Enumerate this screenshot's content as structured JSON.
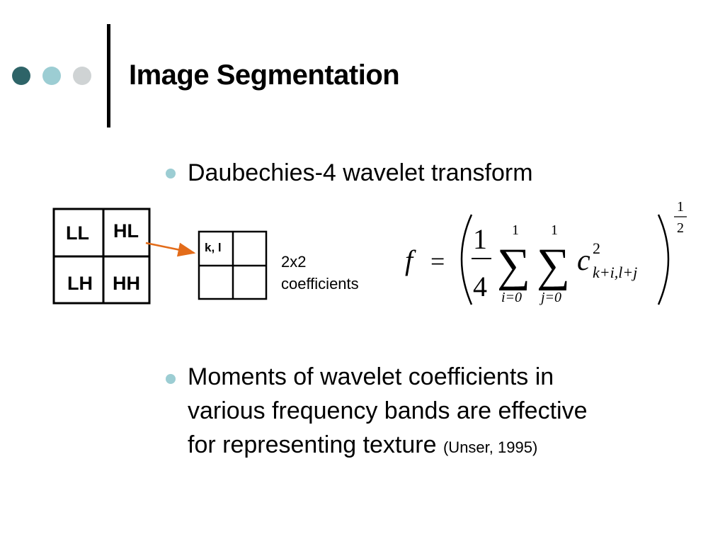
{
  "slide": {
    "title": "Image Segmentation",
    "colors": {
      "dot_dark": "#2e6468",
      "dot_mid": "#9ccdd3",
      "dot_light": "#cfd3d4",
      "bullet": "#9ccdd3",
      "arrow": "#e36c1a",
      "text": "#000000"
    }
  },
  "bullets": [
    {
      "text": "Daubechies-4 wavelet transform"
    },
    {
      "lines": [
        "Moments of wavelet coefficients in",
        "various frequency bands are effective",
        "for representing texture"
      ],
      "citation": "(Unser, 1995)"
    }
  ],
  "subbands": {
    "ll": "LL",
    "hl": "HL",
    "lh": "LH",
    "hh": "HH"
  },
  "coeff_block": {
    "cell_label": "k, l",
    "caption_lines": [
      "2x2",
      "coefficients"
    ]
  },
  "formula": {
    "lhs": "f",
    "equals": "=",
    "frac_num": "1",
    "frac_den": "4",
    "sum1_upper": "1",
    "sum1_lower": "i=0",
    "sum2_upper": "1",
    "sum2_lower": "j=0",
    "coef": "c",
    "coef_sup": "2",
    "coef_sub": "k+i,l+j",
    "exp_num": "1",
    "exp_den": "2"
  }
}
